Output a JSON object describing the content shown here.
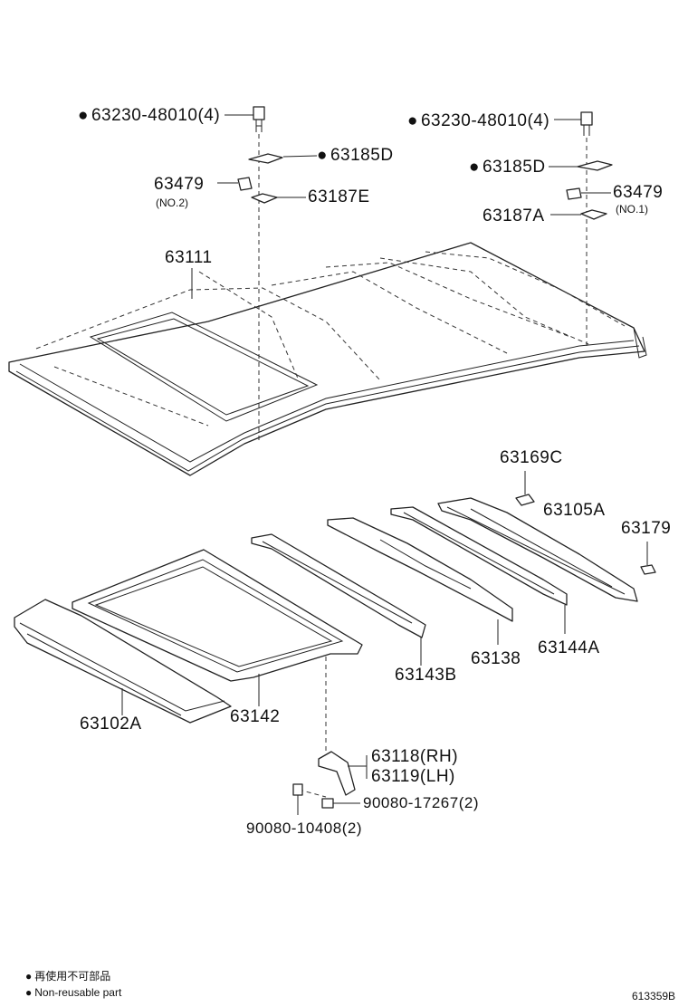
{
  "labels": {
    "bolt_left": "63230-48010(4)",
    "bolt_right": "63230-48010(4)",
    "p63185D_left": "63185D",
    "p63185D_right": "63185D",
    "p63479_left": "63479",
    "p63479_left_note": "(NO.2)",
    "p63187E": "63187E",
    "p63479_right": "63479",
    "p63479_right_note": "(NO.1)",
    "p63187A": "63187A",
    "p63111": "63111",
    "p63169C": "63169C",
    "p63105A": "63105A",
    "p63179": "63179",
    "p63143B": "63143B",
    "p63138": "63138",
    "p63144A": "63144A",
    "p63102A": "63102A",
    "p63142": "63142",
    "p63118": "63118(RH)",
    "p63119": "63119(LH)",
    "p90080_17267": "90080-17267(2)",
    "p90080_10408": "90080-10408(2)"
  },
  "legend": {
    "non_reusable_jp": "再使用不可部品",
    "non_reusable_en": "Non-reusable part"
  },
  "diagram_code": "613359B",
  "colors": {
    "line": "#222222",
    "background": "#ffffff"
  }
}
